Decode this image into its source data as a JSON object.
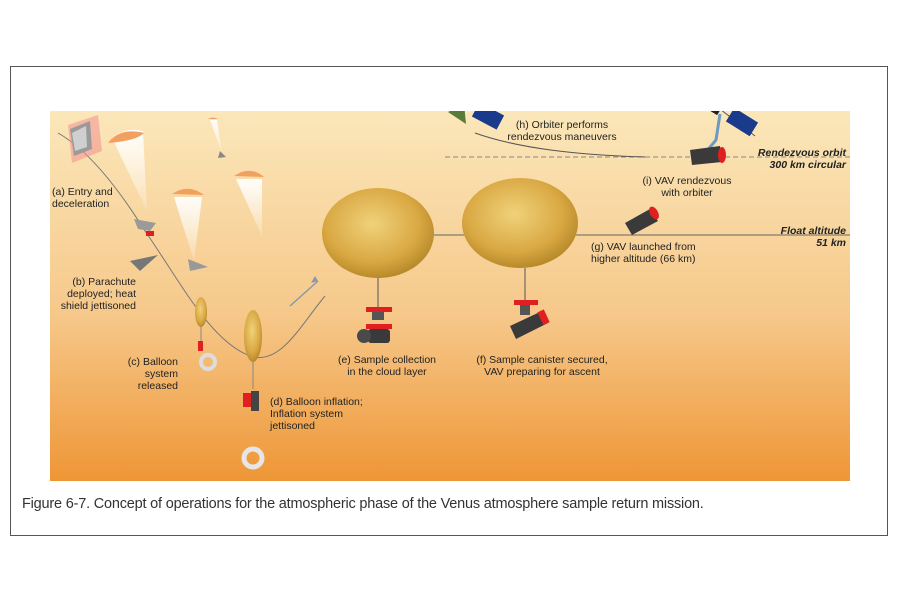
{
  "labels": {
    "entry": "(a) Entry and\ndeceleration",
    "parachute": "(b) Parachute\ndeployed; heat\nshield jettisoned",
    "balloon_release": "(c) Balloon\nsystem\nreleased",
    "inflation": "(d) Balloon inflation;\nInflation system\njettisoned",
    "sample_collection": "(e) Sample collection\nin the cloud layer",
    "canister_secured": "(f) Sample canister secured,\nVAV preparing for ascent",
    "vav_launch": "(g) VAV launched from\nhigher altitude (66 km)",
    "orbiter_rendezvous": "(h) Orbiter performs\nrendezvous maneuvers",
    "vav_rendezvous": "(i) VAV rendezvous\nwith orbiter"
  },
  "altitudes": {
    "rendezvous_orbit": "Rendezvous orbit\n300 km circular",
    "float_altitude": "Float altitude\n51 km"
  },
  "caption": "Figure 6-7. Concept of operations for the atmospheric phase of the Venus atmosphere sample return mission.",
  "colors": {
    "sky_top": "#fbe7ba",
    "sky_bottom": "#ee9636",
    "balloon": "#e0b24c",
    "balloon_dark": "#b88a2a",
    "vav_body": "#3a3a3a",
    "vav_red": "#e02020",
    "solar_panel": "#1a3a8c",
    "parachute": "#f2a060"
  }
}
